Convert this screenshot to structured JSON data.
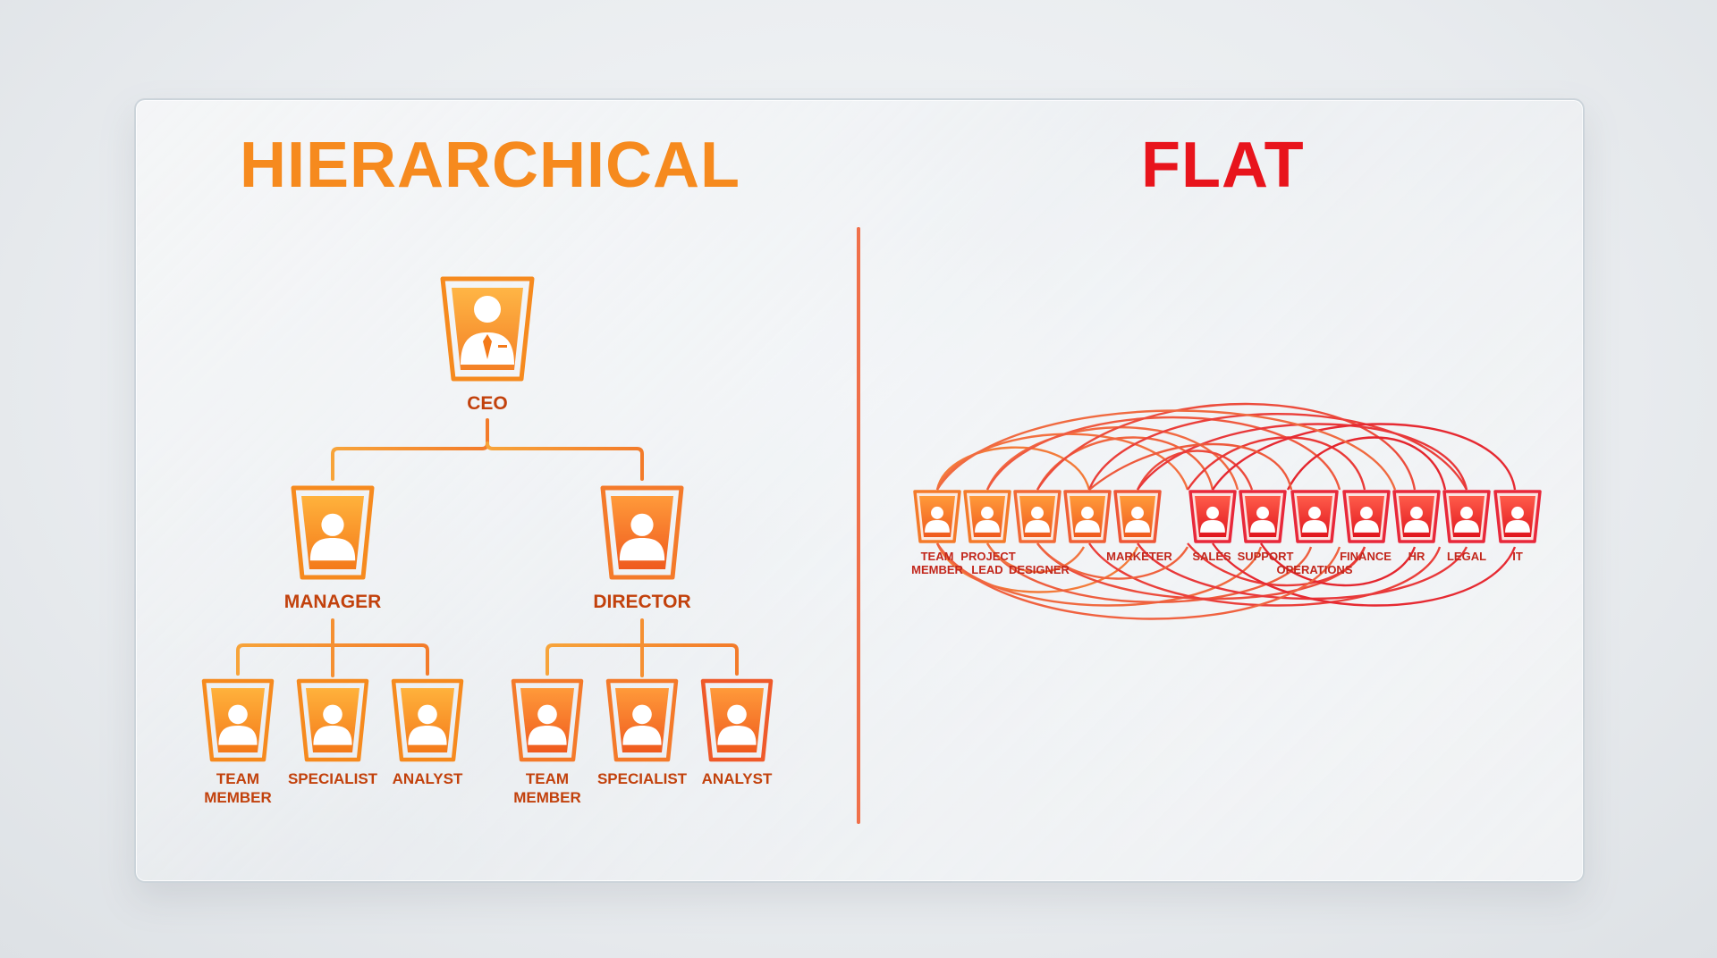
{
  "titles": {
    "hierarchical": "HIERARCHICAL",
    "flat": "FLAT"
  },
  "colors": {
    "orange": "#f68a1e",
    "red": "#e8141c",
    "label": "#c2410c"
  },
  "hierarchical": {
    "ceo": "CEO",
    "manager": "MANAGER",
    "director": "DIRECTOR",
    "manager_team": [
      "TEAM",
      "MEMBER"
    ],
    "manager_specialist": "SPECIALIST",
    "manager_analyst": "ANALYST",
    "director_team": [
      "TEAM",
      "MEMBER"
    ],
    "director_specialist": "SPECIALIST",
    "director_analyst": "ANALYST"
  },
  "flat": {
    "labels": {
      "team": [
        "TEAM",
        "MEMBER"
      ],
      "project": [
        "PROJECT",
        "LEAD"
      ],
      "designer": "DESIGNER",
      "marketer": "MARKETER",
      "sales": "SALES",
      "support": "SUPPORT",
      "operations": "OPERATIONS",
      "finance": "FINANCE",
      "hr": "HR",
      "legal": "LEGAL",
      "it": "IT"
    }
  }
}
